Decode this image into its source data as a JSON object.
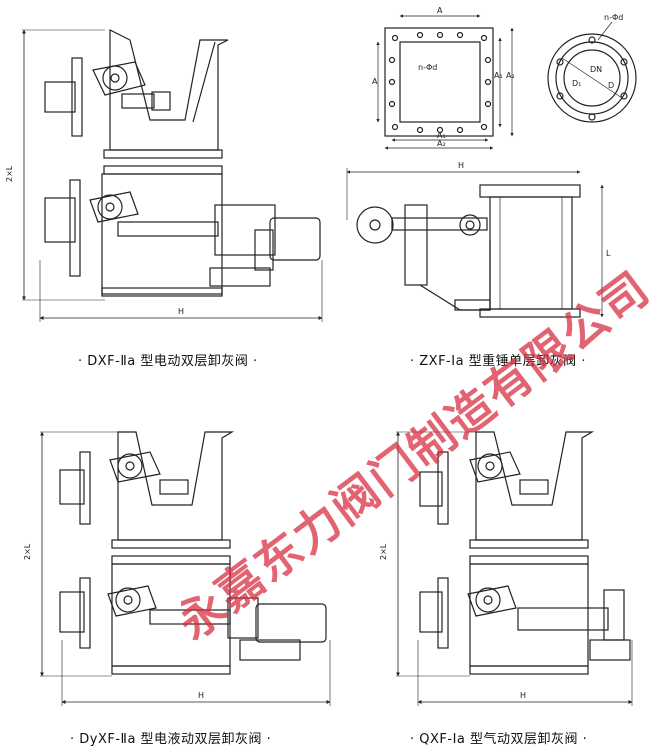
{
  "captions": {
    "top_left": "DXF-Ⅱa 型电动双层卸灰阀",
    "top_right": "ZXF-Ⅰa 型重锤单层卸灰阀",
    "bottom_left": "DyXF-Ⅱa 型电液动双层卸灰阀",
    "bottom_right": "QXF-Ⅰa 型气动双层卸灰阀"
  },
  "dimensions": {
    "height_2L": "2×L",
    "width_H": "H",
    "length_L": "L",
    "size_A": "A",
    "size_A1": "A₁",
    "size_A2": "A₂",
    "holes": "n-Φd",
    "dia_DN": "DN",
    "dia_D1": "D₁",
    "dia_D": "D"
  },
  "watermark": "永嘉东力阀门制造有限公司",
  "colors": {
    "line": "#222222",
    "watermark": "#d7283c"
  }
}
